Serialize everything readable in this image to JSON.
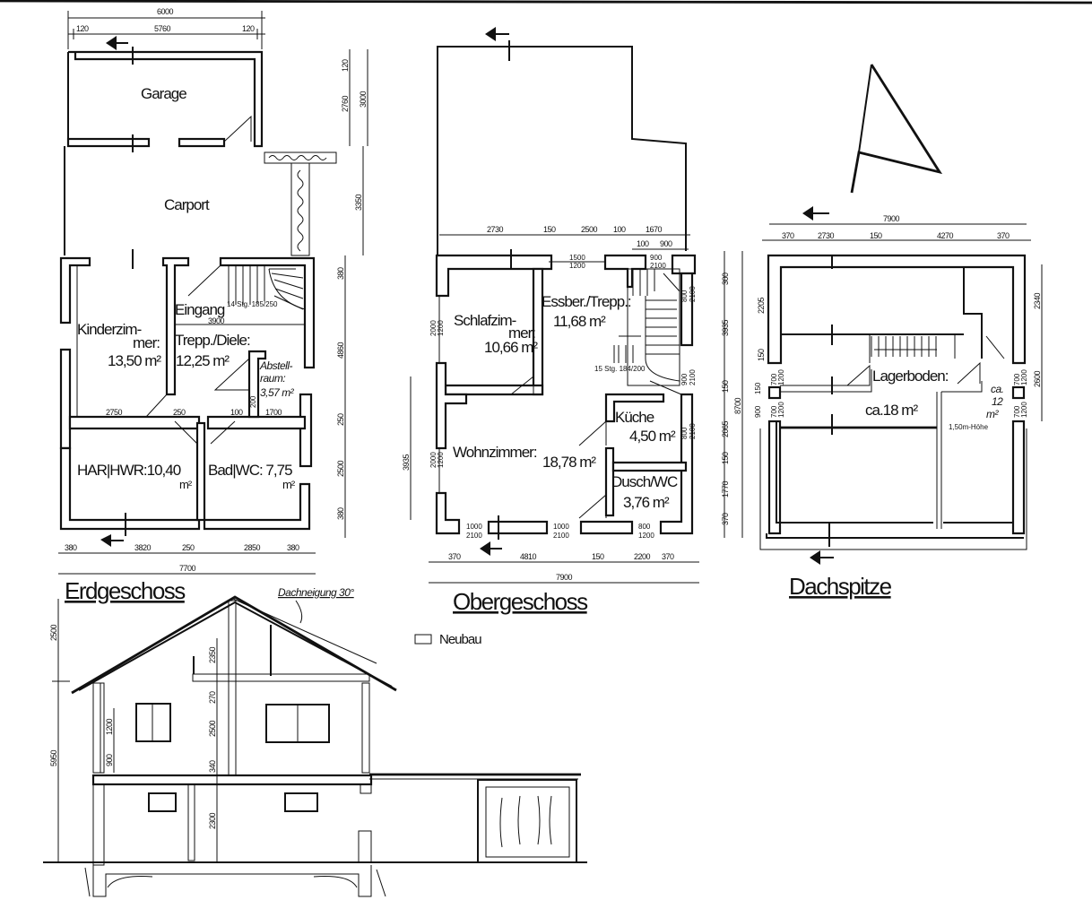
{
  "erdgeschoss": {
    "title": "Erdgeschoss",
    "garage": "Garage",
    "carport": "Carport",
    "kinder": [
      "Kinderzim-",
      "mer:",
      "13,50 m²"
    ],
    "eingang": "Eingang",
    "stairs_note": "14 Stg. 185/250",
    "diele": [
      "Trepp./Diele:",
      "12,25 m²"
    ],
    "abstell": [
      "Abstell-",
      "raum:",
      "3,57 m²"
    ],
    "har": [
      "HAR|HWR:10,40",
      "m²"
    ],
    "bad": [
      "Bad|WC: 7,75",
      "m²"
    ],
    "dims_top": [
      "6000",
      "120",
      "5760",
      "120"
    ],
    "dims_right": [
      "120",
      "2760",
      "3000",
      "3350",
      "380",
      "4860",
      "250",
      "2500",
      "380"
    ],
    "dims_inner": [
      "3900",
      "2750",
      "250",
      "100",
      "1700",
      "200"
    ],
    "dims_bottom": [
      "380",
      "3820",
      "250",
      "2850",
      "380",
      "7700"
    ]
  },
  "obergeschoss": {
    "title": "Obergeschoss",
    "schlaf": [
      "Schlafzim-",
      "mer:",
      "10,66 m²"
    ],
    "essber": [
      "Essber./Trepp.:",
      "11,68 m²"
    ],
    "stairs_note": "15 Stg. 184/200",
    "wohn": [
      "Wohnzimmer:",
      "18,78 m²"
    ],
    "kueche": [
      "Küche",
      "4,50 m²"
    ],
    "dusch": [
      "Dusch/WC",
      "3,76 m²"
    ],
    "dims_top": [
      "2730",
      "150",
      "2500",
      "100",
      "1670",
      "100",
      "900"
    ],
    "openings": [
      "1500",
      "1200",
      "900",
      "2100",
      "800",
      "2100",
      "2000",
      "1200",
      "900",
      "2100",
      "800",
      "2100",
      "2000",
      "1200",
      "1000",
      "2100",
      "1000",
      "2100",
      "800",
      "1200"
    ],
    "dims_left": "3935",
    "dims_bottom": [
      "370",
      "4810",
      "150",
      "2200",
      "370",
      "7900"
    ]
  },
  "dachspitze": {
    "title": "Dachspitze",
    "lager": [
      "Lagerboden:",
      "ca.18 m²"
    ],
    "side": [
      "ca.",
      "12",
      "m²"
    ],
    "height_note": "1,50m-Höhe",
    "dims_top": [
      "7900",
      "370",
      "2730",
      "150",
      "4270",
      "370"
    ],
    "dims_left": [
      "300",
      "2205",
      "3935",
      "150",
      "150",
      "2065",
      "150",
      "1770",
      "370",
      "8700"
    ],
    "dims_right": [
      "2340",
      "2600"
    ],
    "openings": [
      "700",
      "1200",
      "700",
      "1200",
      "700",
      "1200",
      "700",
      "1200",
      "900",
      "150"
    ]
  },
  "schnitt": {
    "roof_pitch": "Dachneigung 30°",
    "dims_left": [
      "2500",
      "5950"
    ],
    "dims_inner": [
      "2350",
      "270",
      "2500",
      "340",
      "2300"
    ],
    "dims_window": [
      "1200",
      "900"
    ]
  },
  "legend": {
    "neubau": "Neubau"
  }
}
